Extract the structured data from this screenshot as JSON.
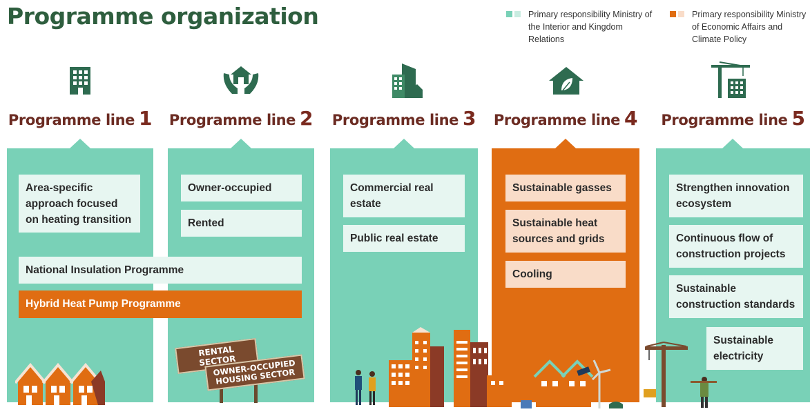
{
  "title": "Programme organization",
  "legend": [
    {
      "text": "Primary responsibility Ministry of the Interior and Kingdom Relations",
      "colors": [
        "#79d1b7",
        "#c9ece1"
      ]
    },
    {
      "text": "Primary responsibility Ministry of Economic Affairs and Climate Policy",
      "colors": [
        "#e06d12",
        "#f9dcc8"
      ]
    }
  ],
  "programmes": [
    {
      "label": "Programme line",
      "number": "1",
      "icon": "apartment-building-icon",
      "items": [
        "Area-specific approach focused on heating transition",
        "National Insulation Programme",
        "Hybrid Heat Pump Programme"
      ]
    },
    {
      "label": "Programme line",
      "number": "2",
      "icon": "house-in-hands-icon",
      "items": [
        "Owner-occupied",
        "Rented"
      ]
    },
    {
      "label": "Programme line",
      "number": "3",
      "icon": "office-buildings-icon",
      "items": [
        "Commercial real estate",
        "Public real estate"
      ]
    },
    {
      "label": "Programme line",
      "number": "4",
      "icon": "green-house-leaf-icon",
      "items": [
        "Sustainable gasses",
        "Sustainable heat sources and grids",
        "Cooling"
      ]
    },
    {
      "label": "Programme line",
      "number": "5",
      "icon": "construction-crane-icon",
      "items": [
        "Strengthen innovation ecosystem",
        "Continuous flow of construction projects",
        "Sustainable construction standards",
        "Sustainable electricity"
      ]
    }
  ],
  "signs": {
    "rental": "RENTAL SECTOR",
    "owner_occupied": "OWNER-OCCUPIED HOUSING SECTOR"
  }
}
